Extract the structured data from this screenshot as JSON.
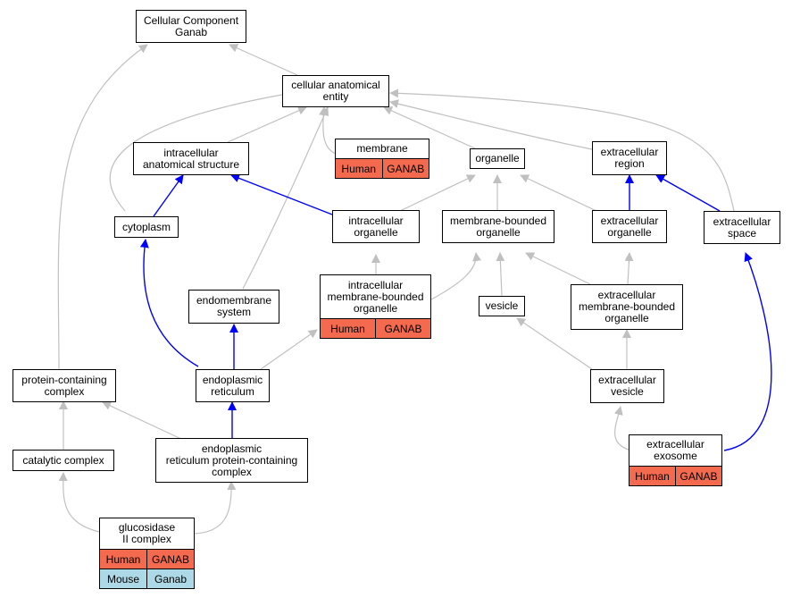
{
  "nodes": {
    "root": {
      "line1": "Cellular Component",
      "line2": "Ganab"
    },
    "cae": {
      "line1": "cellular anatomical",
      "line2": "entity"
    },
    "membrane": {
      "line1": "membrane"
    },
    "organelle": {
      "line1": "organelle"
    },
    "extracellular_region": {
      "line1": "extracellular",
      "line2": "region"
    },
    "intracellular_anatomical_structure": {
      "line1": "intracellular",
      "line2": "anatomical structure"
    },
    "cytoplasm": {
      "line1": "cytoplasm"
    },
    "intracellular_organelle": {
      "line1": "intracellular",
      "line2": "organelle"
    },
    "membrane_bounded_organelle": {
      "line1": "membrane-bounded",
      "line2": "organelle"
    },
    "extracellular_organelle": {
      "line1": "extracellular",
      "line2": "organelle"
    },
    "extracellular_space": {
      "line1": "extracellular",
      "line2": "space"
    },
    "endomembrane_system": {
      "line1": "endomembrane",
      "line2": "system"
    },
    "intracellular_mbo": {
      "line1": "intracellular",
      "line2": "membrane-bounded",
      "line3": "organelle"
    },
    "vesicle": {
      "line1": "vesicle"
    },
    "extracellular_mbo": {
      "line1": "extracellular",
      "line2": "membrane-bounded",
      "line3": "organelle"
    },
    "protein_containing_complex": {
      "line1": "protein-containing",
      "line2": "complex"
    },
    "endoplasmic_reticulum": {
      "line1": "endoplasmic",
      "line2": "reticulum"
    },
    "extracellular_vesicle": {
      "line1": "extracellular",
      "line2": "vesicle"
    },
    "catalytic_complex": {
      "line1": "catalytic complex"
    },
    "er_protein_complex": {
      "line1": "endoplasmic",
      "line2": "reticulum protein-containing",
      "line3": "complex"
    },
    "extracellular_exosome": {
      "line1": "extracellular",
      "line2": "exosome"
    },
    "glucosidase": {
      "line1": "glucosidase",
      "line2": "II complex"
    }
  },
  "annotations": {
    "human_species": "Human",
    "human_gene": "GANAB",
    "mouse_species": "Mouse",
    "mouse_gene": "Ganab"
  },
  "colors": {
    "is_a_edge": "#c0c0c0",
    "part_of_edge": "#0000ff",
    "human_cell": "#f46a4e",
    "mouse_cell": "#add8e6"
  }
}
